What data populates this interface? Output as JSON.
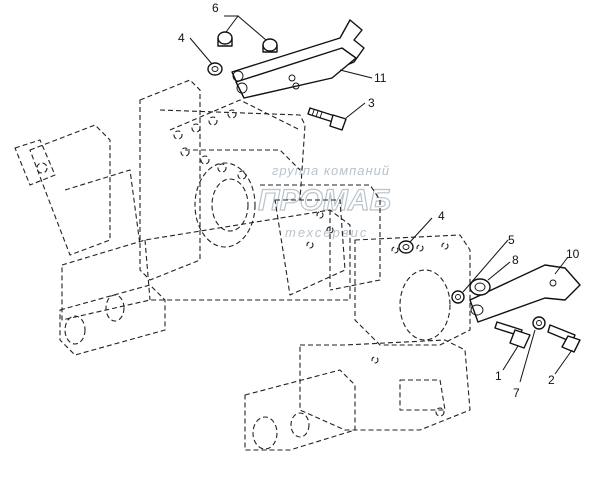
{
  "watermark": {
    "line1": "группа компаний",
    "line2": "ПРОМАБ",
    "line3": "техсервис"
  },
  "callouts": [
    "1",
    "2",
    "3",
    "4",
    "4",
    "5",
    "6",
    "7",
    "8",
    "10",
    "11"
  ]
}
